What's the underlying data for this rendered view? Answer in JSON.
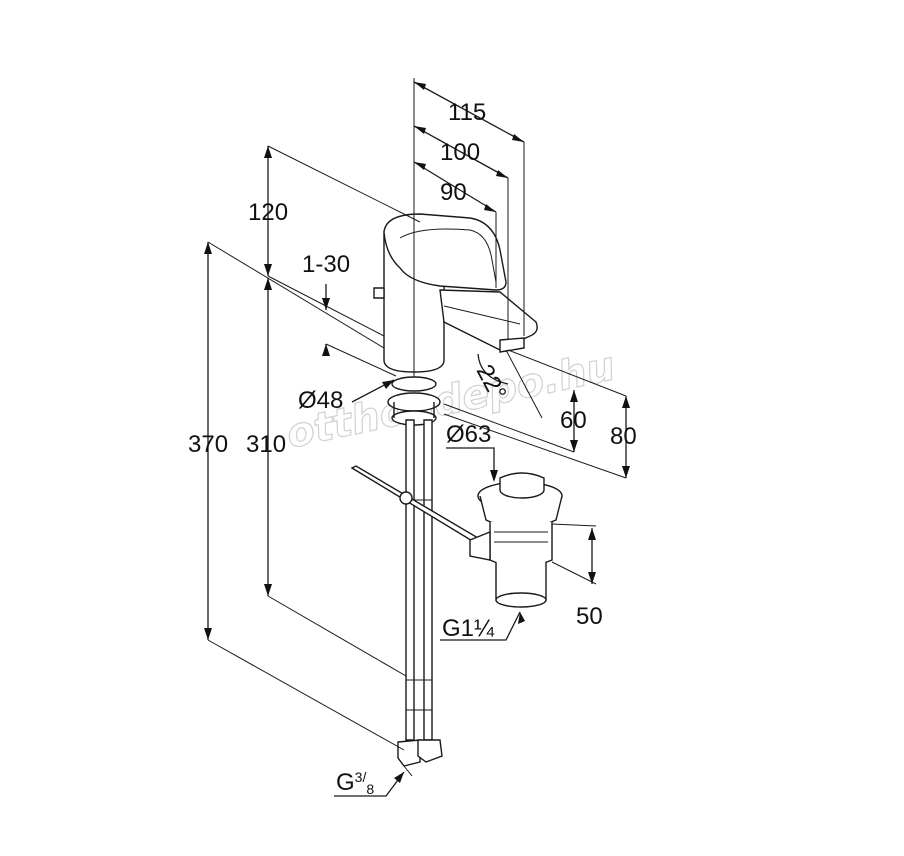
{
  "dimensions": {
    "width_115": "115",
    "width_100": "100",
    "width_90": "90",
    "height_120": "120",
    "range_1_30": "1-30",
    "height_370": "370",
    "height_310": "310",
    "diameter_48": "Ø48",
    "diameter_63": "Ø63",
    "height_60": "60",
    "height_80": "80",
    "height_50": "50",
    "angle_22": "22°"
  },
  "threads": {
    "waste_main": "G1",
    "waste_fraction": "¼",
    "supply_main": "G",
    "supply_num": "3",
    "supply_den": "8"
  },
  "watermark": "otthondepo.hu"
}
